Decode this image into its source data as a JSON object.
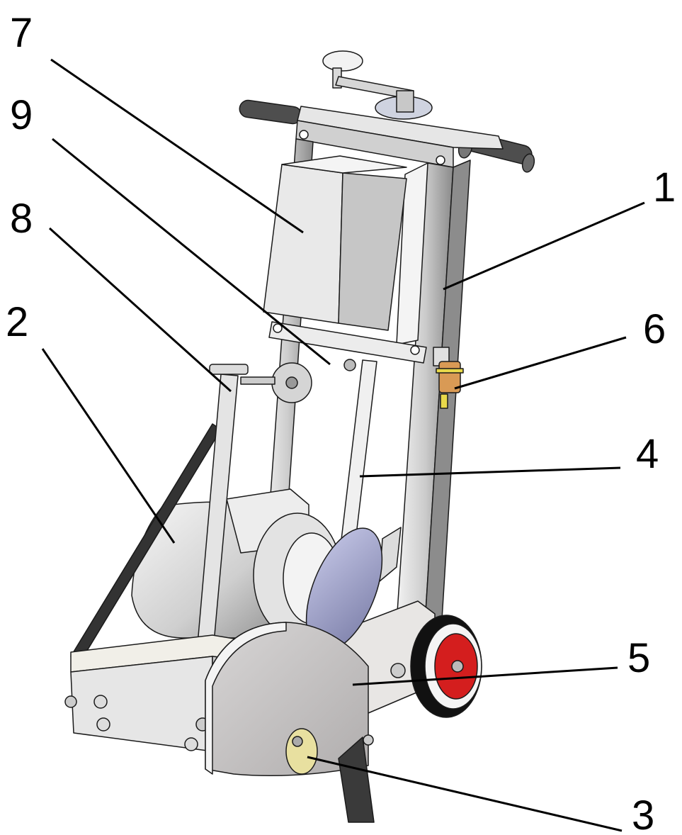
{
  "labels": [
    "7",
    "9",
    "8",
    "2",
    "1",
    "6",
    "4",
    "5",
    "3"
  ],
  "colors": {
    "frame": "#d9d9d9",
    "frame_dark": "#8c8c8c",
    "motor": "#e6e6e6",
    "blade_guard": "#cfcccc",
    "blade_disc": "#aeb0d8",
    "wheel_hub": "#d41e1e",
    "wheel_tire": "#111111",
    "valve": "#d99a55",
    "valve_yellow": "#e8d84a",
    "handle": "#555555",
    "outline": "#1a1a1a"
  }
}
